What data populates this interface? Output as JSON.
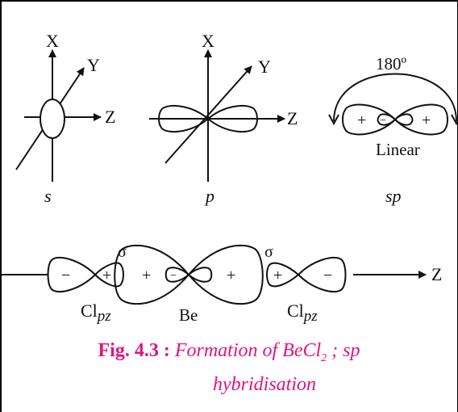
{
  "colors": {
    "stroke": "#111111",
    "caption": "#e3137e"
  },
  "axes_labels": {
    "s_x": "X",
    "s_y": "Y",
    "s_z": "Z",
    "p_x": "X",
    "p_y": "Y",
    "p_z": "Z",
    "bottom_z": "Z"
  },
  "orbital_labels": {
    "s": "s",
    "p": "p",
    "sp": "sp"
  },
  "sp": {
    "angle": "180º",
    "shape": "Linear",
    "plus": "+",
    "minus": "−"
  },
  "bond": {
    "sigma": "σ",
    "plus": "+",
    "minus": "−",
    "be": "Be",
    "cl": "Cl",
    "pz": "pz"
  },
  "caption": {
    "fig": "Fig. 4.3 :",
    "line1_a": "Formation of BeCl",
    "sub": "2",
    "line1_b": " ; sp",
    "line2": "hybridisation"
  }
}
